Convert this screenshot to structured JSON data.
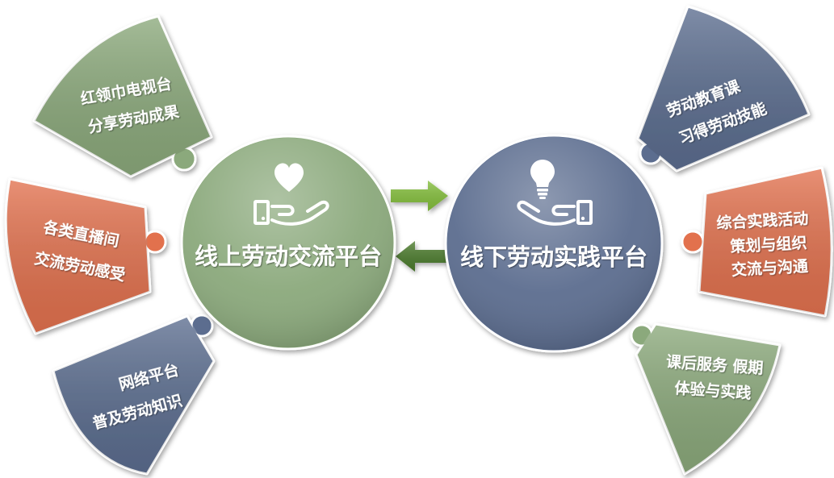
{
  "nodes": {
    "online": {
      "label": "线上劳动交流平台",
      "color": "#8ba97b",
      "icons": [
        "heart-icon",
        "open-hand-icon"
      ]
    },
    "offline": {
      "label": "线下劳动实践平台",
      "color": "#5b6d8f",
      "icons": [
        "lightbulb-icon",
        "open-hand-icon"
      ]
    }
  },
  "arrows": [
    {
      "icon": "arrow-right-icon",
      "color": "#84bf3c"
    },
    {
      "icon": "arrow-left-icon",
      "color": "#4b7b2c"
    }
  ],
  "left_pieces": [
    {
      "lines": [
        "红领巾电视台",
        "分享劳动成果"
      ],
      "color": "#8ba97b"
    },
    {
      "lines": [
        "各类直播间",
        "交流劳动感受"
      ],
      "color": "#e2714e"
    },
    {
      "lines": [
        "网络平台",
        "普及劳动知识"
      ],
      "color": "#5b6d8f"
    }
  ],
  "right_pieces": [
    {
      "lines": [
        "劳动教育课",
        "习得劳动技能"
      ],
      "color": "#5b6d8f"
    },
    {
      "lines": [
        "综合实践活动",
        "策划与组织",
        "交流与沟通"
      ],
      "color": "#e2714e"
    },
    {
      "lines": [
        "课后服务 假期",
        "体验与实践"
      ],
      "color": "#8ba97b"
    }
  ]
}
